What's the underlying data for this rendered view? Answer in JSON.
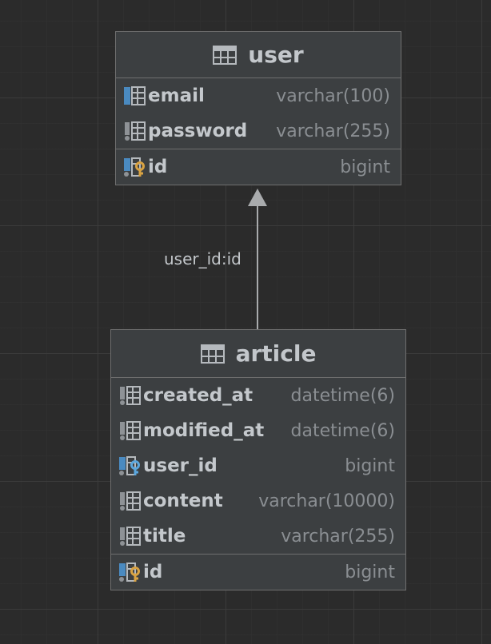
{
  "tables": {
    "user": {
      "name": "user",
      "columns": [
        {
          "name": "email",
          "type": "varchar(100)",
          "icon": "column-icon"
        },
        {
          "name": "password",
          "type": "varchar(255)",
          "icon": "not-null-column-icon"
        }
      ],
      "keys": [
        {
          "name": "id",
          "type": "bigint",
          "icon": "primary-key-icon"
        }
      ]
    },
    "article": {
      "name": "article",
      "columns": [
        {
          "name": "created_at",
          "type": "datetime(6)",
          "icon": "not-null-column-icon"
        },
        {
          "name": "modified_at",
          "type": "datetime(6)",
          "icon": "not-null-column-icon"
        },
        {
          "name": "user_id",
          "type": "bigint",
          "icon": "foreign-key-icon"
        },
        {
          "name": "content",
          "type": "varchar(10000)",
          "icon": "not-null-column-icon"
        },
        {
          "name": "title",
          "type": "varchar(255)",
          "icon": "not-null-column-icon"
        }
      ],
      "keys": [
        {
          "name": "id",
          "type": "bigint",
          "icon": "primary-key-icon"
        }
      ]
    }
  },
  "relation": {
    "label": "user_id:id"
  },
  "colors": {
    "background": "#2b2b2b",
    "table_fill": "#3c3f41",
    "border": "#6f6f6f",
    "column_blue": "#4a8ac0",
    "key_gold": "#d9a343",
    "fk_blue": "#5ba7de"
  }
}
